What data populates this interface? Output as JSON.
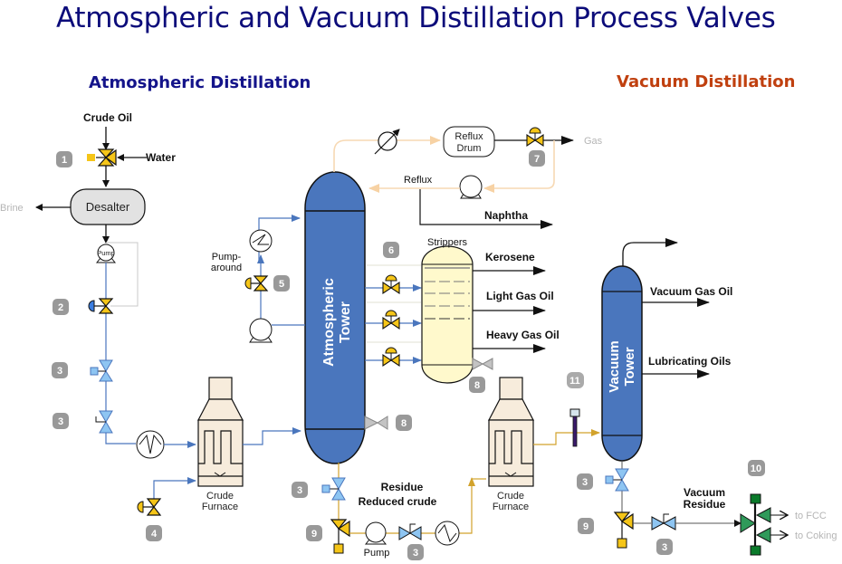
{
  "title": "Atmospheric and Vacuum Distillation Process Valves",
  "sections": {
    "atmospheric": "Atmospheric Distillation",
    "vacuum": "Vacuum Distillation"
  },
  "colors": {
    "title": "#0c0c7a",
    "atmospheric_heading": "#14148a",
    "vacuum_heading": "#c0400f",
    "tower": "#4a76bd",
    "valve_yellow": "#f5c518",
    "valve_blue": "#8ec5f2",
    "valve_green": "#2f9a5a",
    "blue_line": "#4a76bd",
    "gold_line": "#d2a22c",
    "reflux_line": "#f7d9b4",
    "badge": "#999999"
  },
  "labels": {
    "crude_oil": "Crude Oil",
    "water": "Water",
    "brine": "Brine",
    "desalter": "Desalter",
    "pump_small": "Pump",
    "pumparound_1": "Pump-",
    "pumparound_2": "around",
    "atm_tower_1": "Atmospheric",
    "atm_tower_2": "Tower",
    "reflux_drum_1": "Reflux",
    "reflux_drum_2": "Drum",
    "gas": "Gas",
    "reflux": "Reflux",
    "naphtha": "Naphtha",
    "strippers": "Strippers",
    "kerosene": "Kerosene",
    "light_gas_oil": "Light Gas Oil",
    "heavy_gas_oil": "Heavy Gas Oil",
    "crude_furnace_1": "Crude",
    "crude_furnace_2": "Furnace",
    "residue_1": "Residue",
    "residue_2": "Reduced crude",
    "pump": "Pump",
    "vac_tower_1": "Vacuum",
    "vac_tower_2": "Tower",
    "vacuum_gas_oil": "Vacuum Gas Oil",
    "lubricating_oils": "Lubricating Oils",
    "vacuum_residue_1": "Vacuum",
    "vacuum_residue_2": "Residue",
    "to_fcc": "to FCC",
    "to_coking": "to Coking"
  },
  "badges": {
    "b1": "1",
    "b2": "2",
    "b3a": "3",
    "b3b": "3",
    "b4": "4",
    "b5": "5",
    "b6": "6",
    "b7": "7",
    "b8a": "8",
    "b8b": "8",
    "b3c": "3",
    "b9a": "9",
    "b3d": "3",
    "b11": "11",
    "b10": "10",
    "b3e": "3",
    "b9b": "9",
    "b3f": "3"
  }
}
